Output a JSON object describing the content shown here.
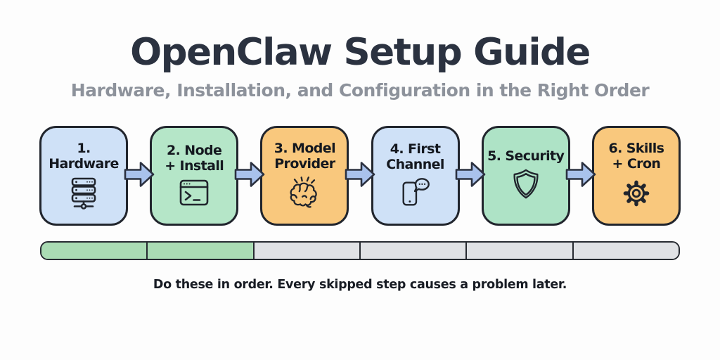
{
  "header": {
    "title": "OpenClaw Setup Guide",
    "subtitle": "Hardware, Installation, and Configuration in the Right Order"
  },
  "steps": [
    {
      "label": "1.\nHardware",
      "icon": "server-icon",
      "fill": "#cfe1f7"
    },
    {
      "label": "2. Node\n+ Install",
      "icon": "terminal-icon",
      "fill": "#b5e6c8"
    },
    {
      "label": "3. Model\nProvider",
      "icon": "brain-icon",
      "fill": "#f9c87d"
    },
    {
      "label": "4. First\nChannel",
      "icon": "phone-chat-icon",
      "fill": "#cfe1f7"
    },
    {
      "label": "5. Security",
      "icon": "shield-icon",
      "fill": "#aee3c6"
    },
    {
      "label": "6. Skills\n+ Cron",
      "icon": "gear-icon",
      "fill": "#f9c87d"
    }
  ],
  "progress": {
    "segments": 6,
    "completed": 2,
    "completed_color": "#aadcb4",
    "remaining_color": "#e0e2e5",
    "border_color": "#272b31"
  },
  "footer": {
    "note": "Do these in order. Every skipped step causes a problem later."
  },
  "colors": {
    "background": "#fdfdfd",
    "title": "#2b3240",
    "subtitle": "#8d929b",
    "card_border": "#21252d",
    "arrow_fill": "#a9c2ec",
    "arrow_stroke": "#2b3140"
  }
}
